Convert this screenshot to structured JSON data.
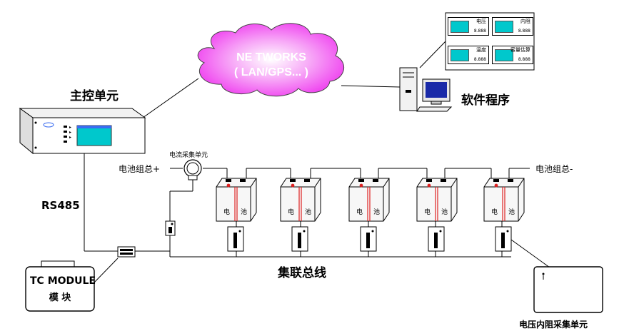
{
  "network": {
    "line1": "NE TWORKS",
    "line2": "( LAN/GPS... )"
  },
  "main_unit_label": "主控单元",
  "software_label": "软件程序",
  "monitor_tiles": [
    {
      "name": "电压",
      "value": "8.888"
    },
    {
      "name": "内阻",
      "value": "8.888"
    },
    {
      "name": "温度",
      "value": "8.888"
    },
    {
      "name": "容量估算",
      "value": "8.888"
    }
  ],
  "current_unit_label": "电流采集单元",
  "battery_pos_label": "电池组总+",
  "battery_neg_label": "电池组总-",
  "bus_label": "集联总线",
  "rs485_label": "RS485",
  "tc_module": {
    "line1": "TC MODULE",
    "line2": "模  块"
  },
  "voltage_unit_label": "电压内阻采集单元",
  "battery_cell_text": [
    "电",
    "池"
  ],
  "colors": {
    "cloud": "#ee30ee",
    "screen": "#00c8cc",
    "cell_link": "#dd2222"
  }
}
